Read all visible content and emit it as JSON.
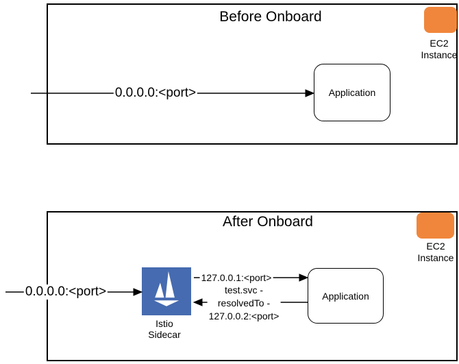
{
  "before": {
    "title": "Before Onboard",
    "ec2": {
      "lines": [
        "EC2",
        "Instance"
      ]
    },
    "app": "Application",
    "inbound": "0.0.0.0:<port>"
  },
  "after": {
    "title": "After Onboard",
    "ec2": {
      "lines": [
        "EC2",
        "Instance"
      ]
    },
    "app": "Application",
    "inbound": "0.0.0.0:<port>",
    "sidecar": {
      "lines": [
        "Istio",
        "Sidecar"
      ]
    },
    "to_app": "127.0.0.1:<port>",
    "from_app": {
      "lines": [
        "test.svc -",
        "resolvedTo -",
        "127.0.0.2:<port>"
      ]
    }
  },
  "colors": {
    "ec2_orange": "#F0863B",
    "istio_blue": "#466BB0",
    "line": "#000000",
    "background": "#FFFFFF"
  }
}
